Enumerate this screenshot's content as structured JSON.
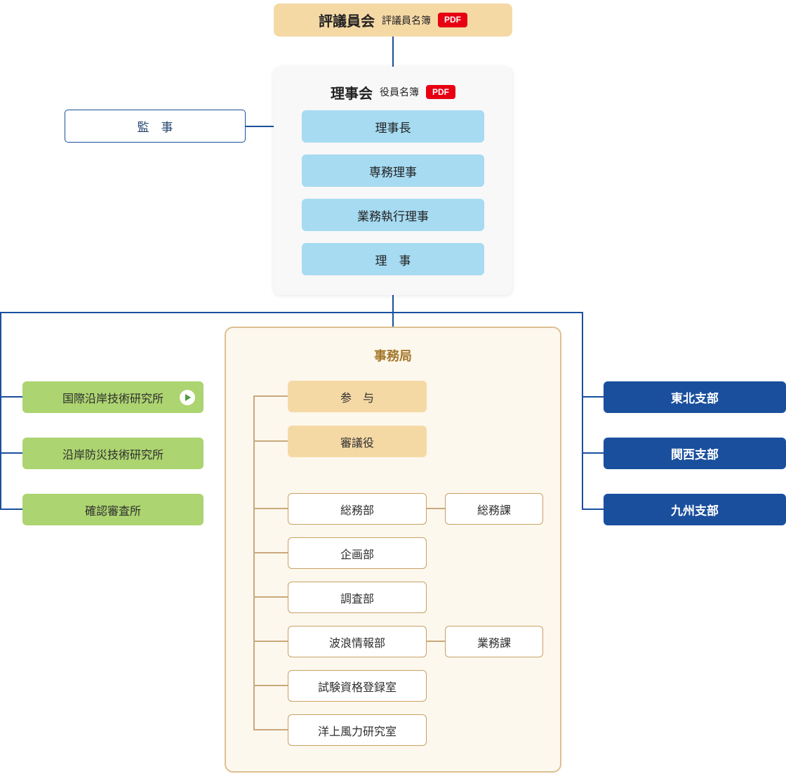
{
  "colors": {
    "navy": "#1a4f9d",
    "light_blue": "#a6dbf2",
    "tan": "#f5d9a5",
    "green": "#acd470",
    "cream": "#fdf8ee",
    "tan_border": "#c9a063",
    "pdf_red": "#e60012",
    "title_brown": "#a4782b"
  },
  "council": {
    "title": "評議員会",
    "roster_label": "評議員名簿",
    "pdf_label": "PDF"
  },
  "board": {
    "title": "理事会",
    "roster_label": "役員名簿",
    "pdf_label": "PDF",
    "members": [
      "理事長",
      "専務理事",
      "業務執行理事",
      "理　事"
    ]
  },
  "auditor": {
    "label": "監　事"
  },
  "institutes": [
    {
      "label": "国際沿岸技術研究所",
      "has_play": true
    },
    {
      "label": "沿岸防災技術研究所",
      "has_play": false
    },
    {
      "label": "確認審査所",
      "has_play": false
    }
  ],
  "secretariat": {
    "title": "事務局",
    "advisors": [
      "参　与",
      "審議役"
    ],
    "departments": [
      {
        "label": "総務部",
        "sub": "総務課"
      },
      {
        "label": "企画部"
      },
      {
        "label": "調査部"
      },
      {
        "label": "波浪情報部",
        "sub": "業務課"
      },
      {
        "label": "試験資格登録室"
      },
      {
        "label": "洋上風力研究室"
      }
    ]
  },
  "branches": [
    "東北支部",
    "関西支部",
    "九州支部"
  ]
}
